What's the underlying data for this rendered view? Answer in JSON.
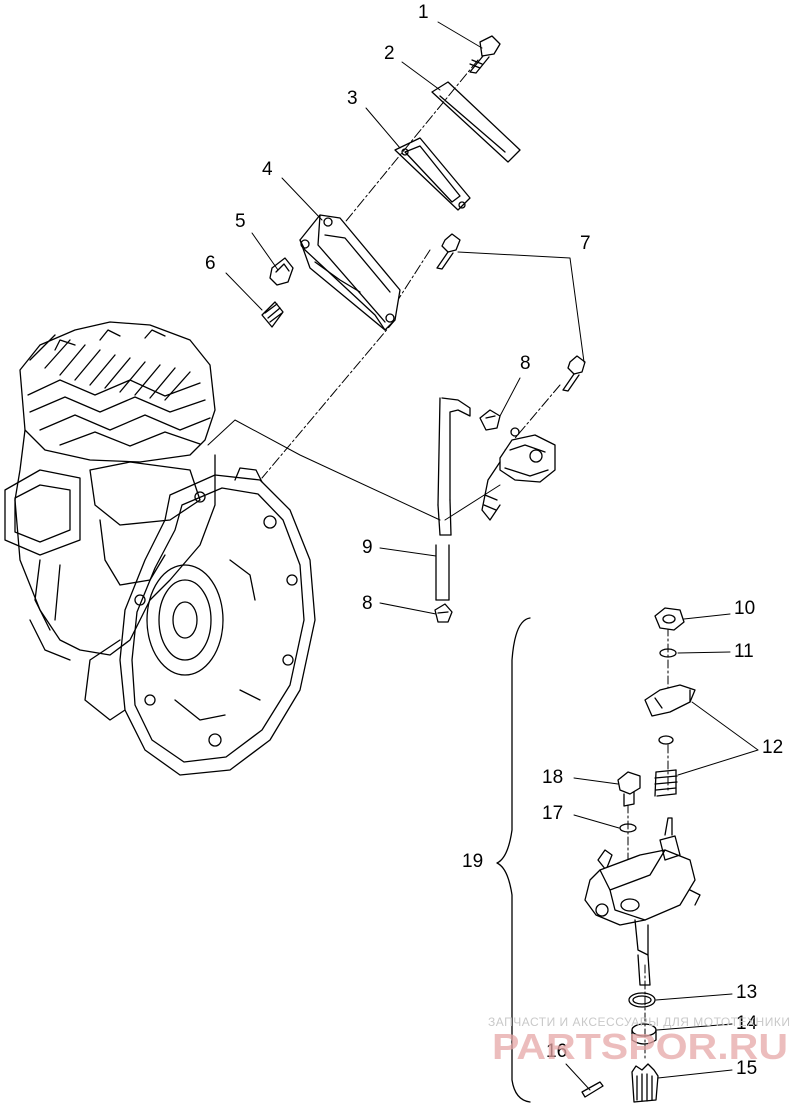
{
  "callouts": {
    "c1": "1",
    "c2": "2",
    "c3": "3",
    "c4": "4",
    "c5": "5",
    "c6": "6",
    "c7": "7",
    "c8a": "8",
    "c8b": "8",
    "c9": "9",
    "c10": "10",
    "c11": "11",
    "c12": "12",
    "c13": "13",
    "c14": "14",
    "c15": "15",
    "c16": "16",
    "c17": "17",
    "c18": "18",
    "c19": "19"
  },
  "watermark": {
    "caption": "ЗАПЧАСТИ И АКСЕССУАРЫ ДЛЯ МОТОТЕХНИКИ",
    "logo": "PARTSPOR.RU",
    "color": "#e6a7a7"
  }
}
